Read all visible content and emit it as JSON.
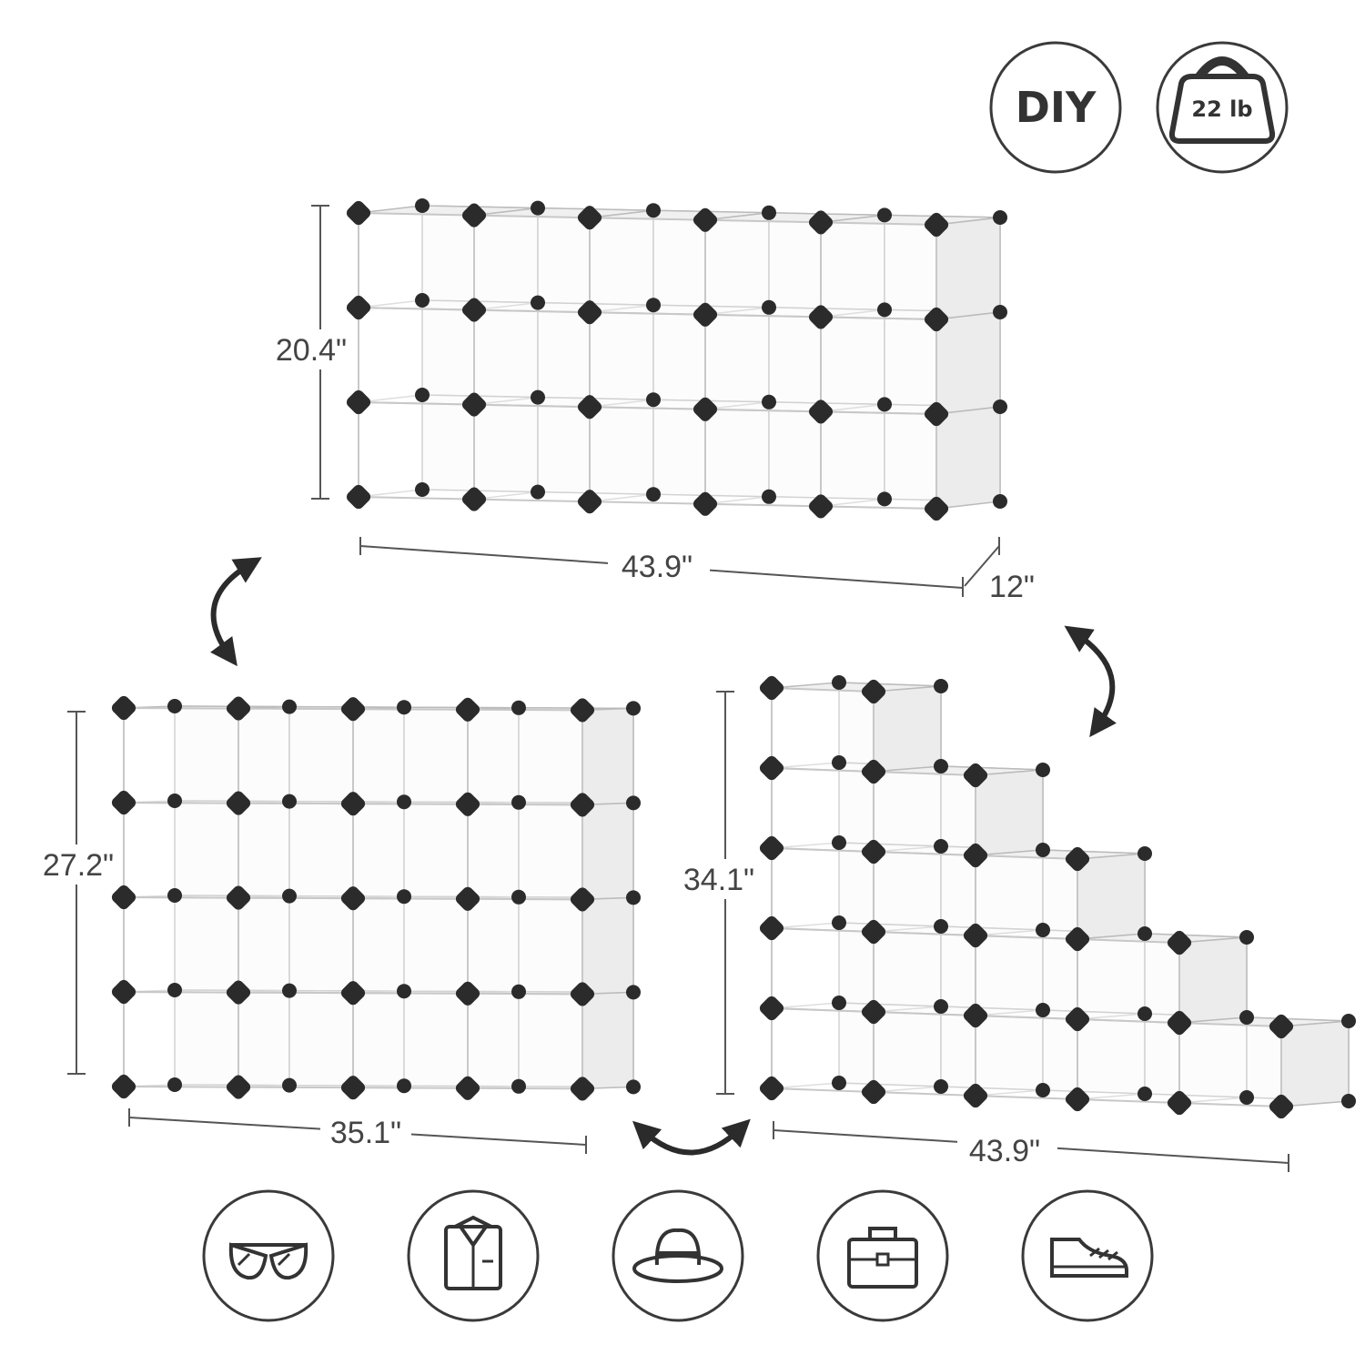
{
  "badges": {
    "diy": "DIY",
    "weight": "22 lb"
  },
  "configs": {
    "top": {
      "height": "20.4\"",
      "width": "43.9\"",
      "depth": "12\""
    },
    "left": {
      "height": "27.2\"",
      "width": "35.1\""
    },
    "right": {
      "height": "34.1\"",
      "width": "43.9\""
    }
  },
  "uses": [
    "sunglasses-icon",
    "shirt-icon",
    "hat-icon",
    "briefcase-icon",
    "shoe-icon"
  ],
  "colors": {
    "connector": "#2b2b2b",
    "panel": "#f4f4f4",
    "outline": "#3a3a3a",
    "line": "#555555"
  }
}
